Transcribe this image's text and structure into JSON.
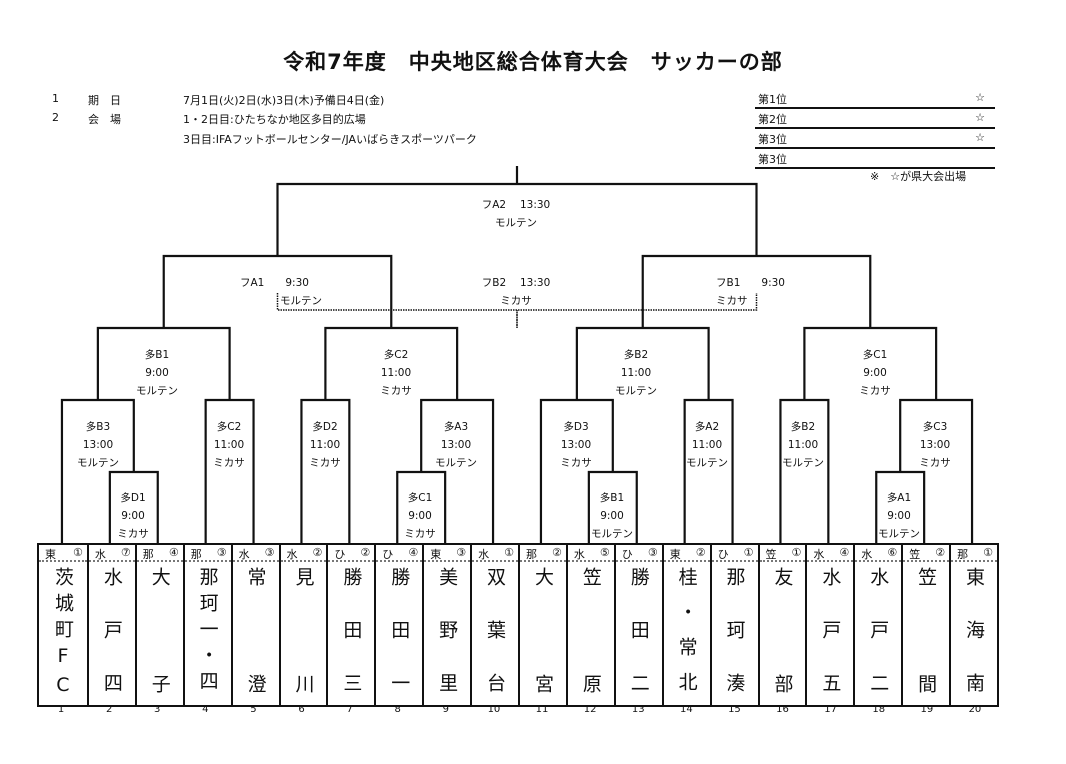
{
  "title": "令和7年度　中央地区総合体育大会　サッカーの部",
  "info": [
    {
      "num": "1",
      "label": "期　日",
      "value": "7月1日(火)2日(水)3日(木)予備日4日(金)"
    },
    {
      "num": "2",
      "label": "会　場",
      "value": "1・2日目:ひたちなか地区多目的広場"
    },
    {
      "num": "",
      "label": "",
      "value": "3日目:IFAフットボールセンター/JAいばらきスポーツパーク"
    }
  ],
  "placings": [
    {
      "label": "第1位",
      "star": "☆"
    },
    {
      "label": "第2位",
      "star": "☆"
    },
    {
      "label": "第3位",
      "star": "☆"
    },
    {
      "label": "第3位",
      "star": ""
    }
  ],
  "note": "※　☆が県大会出場",
  "finals": {
    "fa2": {
      "code": "フA2",
      "time": "13:30",
      "venue": "モルテン"
    },
    "fa1": {
      "code": "フA1",
      "time": "9:30",
      "venue": "モルテン"
    },
    "fb2": {
      "code": "フB2",
      "time": "13:30",
      "venue": "ミカサ"
    },
    "fb1": {
      "code": "フB1",
      "time": "9:30",
      "venue": "ミカサ"
    }
  },
  "matches": {
    "b1_top": {
      "code": "多B1",
      "time": "9:00",
      "venue": "モルテン"
    },
    "b1_b3": {
      "code": "多B3",
      "time": "13:00",
      "venue": "モルテン"
    },
    "b1_c2": {
      "code": "多C2",
      "time": "11:00",
      "venue": "ミカサ"
    },
    "b1_d1": {
      "code": "多D1",
      "time": "9:00",
      "venue": "ミカサ"
    },
    "b2_top": {
      "code": "多C2",
      "time": "11:00",
      "venue": "ミカサ"
    },
    "b2_d2": {
      "code": "多D2",
      "time": "11:00",
      "venue": "ミカサ"
    },
    "b2_a3": {
      "code": "多A3",
      "time": "13:00",
      "venue": "モルテン"
    },
    "b2_c1": {
      "code": "多C1",
      "time": "9:00",
      "venue": "ミカサ"
    },
    "b3_top": {
      "code": "多B2",
      "time": "11:00",
      "venue": "モルテン"
    },
    "b3_d3": {
      "code": "多D3",
      "time": "13:00",
      "venue": "ミカサ"
    },
    "b3_a2": {
      "code": "多A2",
      "time": "11:00",
      "venue": "モルテン"
    },
    "b3_b1": {
      "code": "多B1",
      "time": "9:00",
      "venue": "モルテン"
    },
    "b4_top": {
      "code": "多C1",
      "time": "9:00",
      "venue": "ミカサ"
    },
    "b4_b2": {
      "code": "多B2",
      "time": "11:00",
      "venue": "モルテン"
    },
    "b4_c3": {
      "code": "多C3",
      "time": "13:00",
      "venue": "ミカサ"
    },
    "b4_a1": {
      "code": "多A1",
      "time": "9:00",
      "venue": "モルテン"
    }
  },
  "teams": [
    {
      "no": "1",
      "region": "東",
      "seed": "①",
      "name": "茨城町FC"
    },
    {
      "no": "2",
      "region": "水",
      "seed": "⑦",
      "name": "水戸四"
    },
    {
      "no": "3",
      "region": "那",
      "seed": "④",
      "name": "大子"
    },
    {
      "no": "4",
      "region": "那",
      "seed": "③",
      "name": "那珂一・四"
    },
    {
      "no": "5",
      "region": "水",
      "seed": "③",
      "name": "常澄"
    },
    {
      "no": "6",
      "region": "水",
      "seed": "②",
      "name": "見川"
    },
    {
      "no": "7",
      "region": "ひ",
      "seed": "②",
      "name": "勝田三"
    },
    {
      "no": "8",
      "region": "ひ",
      "seed": "④",
      "name": "勝田一"
    },
    {
      "no": "9",
      "region": "東",
      "seed": "③",
      "name": "美野里"
    },
    {
      "no": "10",
      "region": "水",
      "seed": "①",
      "name": "双葉台"
    },
    {
      "no": "11",
      "region": "那",
      "seed": "②",
      "name": "大宮"
    },
    {
      "no": "12",
      "region": "水",
      "seed": "⑤",
      "name": "笠原"
    },
    {
      "no": "13",
      "region": "ひ",
      "seed": "③",
      "name": "勝田二"
    },
    {
      "no": "14",
      "region": "東",
      "seed": "②",
      "name": "桂・常北"
    },
    {
      "no": "15",
      "region": "ひ",
      "seed": "①",
      "name": "那珂湊"
    },
    {
      "no": "16",
      "region": "笠",
      "seed": "①",
      "name": "友部"
    },
    {
      "no": "17",
      "region": "水",
      "seed": "④",
      "name": "水戸五"
    },
    {
      "no": "18",
      "region": "水",
      "seed": "⑥",
      "name": "水戸二"
    },
    {
      "no": "19",
      "region": "笠",
      "seed": "②",
      "name": "笠間"
    },
    {
      "no": "20",
      "region": "那",
      "seed": "①",
      "name": "東海南"
    }
  ]
}
